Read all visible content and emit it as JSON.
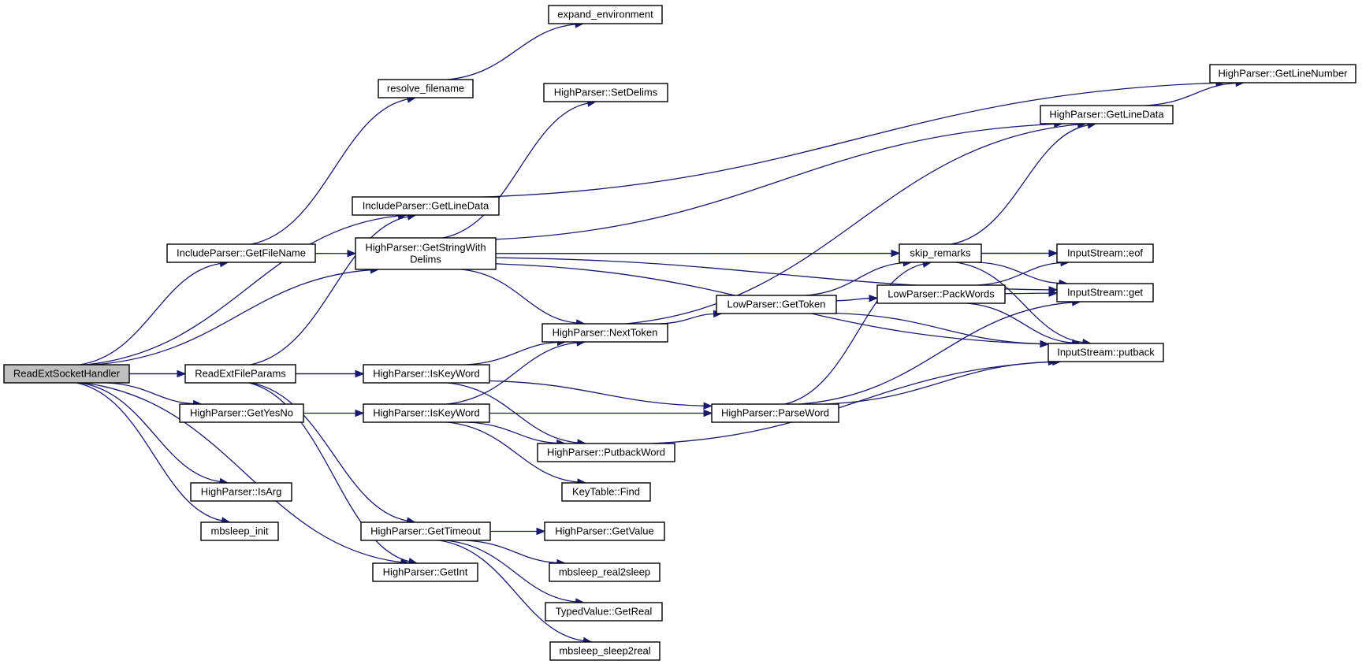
{
  "nodes": [
    {
      "id": "ReadExtSocketHandler",
      "lines": [
        "ReadExtSocketHandler"
      ],
      "root": true
    },
    {
      "id": "IncludeParser::GetFileName",
      "lines": [
        "IncludeParser::GetFileName"
      ]
    },
    {
      "id": "ReadExtFileParams",
      "lines": [
        "ReadExtFileParams"
      ]
    },
    {
      "id": "HighParser::GetYesNo",
      "lines": [
        "HighParser::GetYesNo"
      ]
    },
    {
      "id": "HighParser::IsArg",
      "lines": [
        "HighParser::IsArg"
      ]
    },
    {
      "id": "mbsleep_init",
      "lines": [
        "mbsleep_init"
      ]
    },
    {
      "id": "expand_environment",
      "lines": [
        "expand_environment"
      ]
    },
    {
      "id": "resolve_filename",
      "lines": [
        "resolve_filename"
      ]
    },
    {
      "id": "IncludeParser::GetLineData",
      "lines": [
        "IncludeParser::GetLineData"
      ]
    },
    {
      "id": "HighParser::GetStringWithDelims",
      "lines": [
        "HighParser::GetStringWith",
        "Delims"
      ]
    },
    {
      "id": "HighParser::IsKeyWord#1",
      "lines": [
        "HighParser::IsKeyWord"
      ]
    },
    {
      "id": "HighParser::IsKeyWord#2",
      "lines": [
        "HighParser::IsKeyWord"
      ]
    },
    {
      "id": "HighParser::GetTimeout",
      "lines": [
        "HighParser::GetTimeout"
      ]
    },
    {
      "id": "HighParser::GetInt",
      "lines": [
        "HighParser::GetInt"
      ]
    },
    {
      "id": "HighParser::SetDelims",
      "lines": [
        "HighParser::SetDelims"
      ]
    },
    {
      "id": "HighParser::NextToken",
      "lines": [
        "HighParser::NextToken"
      ]
    },
    {
      "id": "HighParser::PutbackWord",
      "lines": [
        "HighParser::PutbackWord"
      ]
    },
    {
      "id": "KeyTable::Find",
      "lines": [
        "KeyTable::Find"
      ]
    },
    {
      "id": "HighParser::GetValue",
      "lines": [
        "HighParser::GetValue"
      ]
    },
    {
      "id": "mbsleep_real2sleep",
      "lines": [
        "mbsleep_real2sleep"
      ]
    },
    {
      "id": "TypedValue::GetReal",
      "lines": [
        "TypedValue::GetReal"
      ]
    },
    {
      "id": "mbsleep_sleep2real",
      "lines": [
        "mbsleep_sleep2real"
      ]
    },
    {
      "id": "LowParser::GetToken",
      "lines": [
        "LowParser::GetToken"
      ]
    },
    {
      "id": "skip_remarks",
      "lines": [
        "skip_remarks"
      ]
    },
    {
      "id": "LowParser::PackWords",
      "lines": [
        "LowParser::PackWords"
      ]
    },
    {
      "id": "HighParser::ParseWord",
      "lines": [
        "HighParser::ParseWord"
      ]
    },
    {
      "id": "HighParser::GetLineData",
      "lines": [
        "HighParser::GetLineData"
      ]
    },
    {
      "id": "HighParser::GetLineNumber",
      "lines": [
        "HighParser::GetLineNumber"
      ]
    },
    {
      "id": "InputStream::eof",
      "lines": [
        "InputStream::eof"
      ]
    },
    {
      "id": "InputStream::get",
      "lines": [
        "InputStream::get"
      ]
    },
    {
      "id": "InputStream::putback",
      "lines": [
        "InputStream::putback"
      ]
    }
  ],
  "edges": [
    [
      "ReadExtSocketHandler",
      "IncludeParser::GetFileName"
    ],
    [
      "ReadExtSocketHandler",
      "IncludeParser::GetLineData"
    ],
    [
      "ReadExtSocketHandler",
      "HighParser::GetStringWithDelims"
    ],
    [
      "ReadExtSocketHandler",
      "ReadExtFileParams"
    ],
    [
      "ReadExtSocketHandler",
      "HighParser::IsKeyWord#1"
    ],
    [
      "ReadExtSocketHandler",
      "HighParser::GetYesNo"
    ],
    [
      "ReadExtSocketHandler",
      "HighParser::IsArg"
    ],
    [
      "ReadExtSocketHandler",
      "mbsleep_init"
    ],
    [
      "ReadExtSocketHandler",
      "HighParser::GetInt"
    ],
    [
      "IncludeParser::GetFileName",
      "resolve_filename"
    ],
    [
      "IncludeParser::GetFileName",
      "HighParser::GetStringWithDelims"
    ],
    [
      "resolve_filename",
      "expand_environment"
    ],
    [
      "IncludeParser::GetLineData",
      "HighParser::GetLineNumber"
    ],
    [
      "ReadExtFileParams",
      "IncludeParser::GetLineData"
    ],
    [
      "ReadExtFileParams",
      "HighParser::IsKeyWord#1"
    ],
    [
      "ReadExtFileParams",
      "HighParser::GetTimeout"
    ],
    [
      "ReadExtFileParams",
      "HighParser::GetInt"
    ],
    [
      "HighParser::GetYesNo",
      "HighParser::IsKeyWord#2"
    ],
    [
      "HighParser::GetStringWithDelims",
      "HighParser::SetDelims"
    ],
    [
      "HighParser::GetStringWithDelims",
      "HighParser::GetLineData"
    ],
    [
      "HighParser::GetStringWithDelims",
      "InputStream::eof"
    ],
    [
      "HighParser::GetStringWithDelims",
      "InputStream::get"
    ],
    [
      "HighParser::GetStringWithDelims",
      "skip_remarks"
    ],
    [
      "HighParser::GetStringWithDelims",
      "HighParser::NextToken"
    ],
    [
      "HighParser::GetStringWithDelims",
      "InputStream::putback"
    ],
    [
      "HighParser::IsKeyWord#1",
      "HighParser::NextToken"
    ],
    [
      "HighParser::IsKeyWord#1",
      "HighParser::ParseWord"
    ],
    [
      "HighParser::IsKeyWord#1",
      "HighParser::PutbackWord"
    ],
    [
      "HighParser::IsKeyWord#2",
      "HighParser::NextToken"
    ],
    [
      "HighParser::IsKeyWord#2",
      "HighParser::ParseWord"
    ],
    [
      "HighParser::IsKeyWord#2",
      "HighParser::PutbackWord"
    ],
    [
      "HighParser::IsKeyWord#2",
      "KeyTable::Find"
    ],
    [
      "HighParser::GetTimeout",
      "HighParser::GetValue"
    ],
    [
      "HighParser::GetTimeout",
      "mbsleep_real2sleep"
    ],
    [
      "HighParser::GetTimeout",
      "TypedValue::GetReal"
    ],
    [
      "HighParser::GetTimeout",
      "mbsleep_sleep2real"
    ],
    [
      "HighParser::NextToken",
      "LowParser::GetToken"
    ],
    [
      "HighParser::NextToken",
      "HighParser::GetLineData"
    ],
    [
      "LowParser::GetToken",
      "skip_remarks"
    ],
    [
      "LowParser::GetToken",
      "LowParser::PackWords"
    ],
    [
      "LowParser::GetToken",
      "InputStream::putback"
    ],
    [
      "skip_remarks",
      "HighParser::GetLineData"
    ],
    [
      "skip_remarks",
      "InputStream::eof"
    ],
    [
      "skip_remarks",
      "InputStream::get"
    ],
    [
      "skip_remarks",
      "InputStream::putback"
    ],
    [
      "LowParser::PackWords",
      "InputStream::eof"
    ],
    [
      "LowParser::PackWords",
      "InputStream::get"
    ],
    [
      "LowParser::PackWords",
      "InputStream::putback"
    ],
    [
      "HighParser::ParseWord",
      "skip_remarks"
    ],
    [
      "HighParser::ParseWord",
      "InputStream::get"
    ],
    [
      "HighParser::ParseWord",
      "InputStream::putback"
    ],
    [
      "HighParser::PutbackWord",
      "InputStream::putback"
    ],
    [
      "HighParser::GetLineData",
      "HighParser::GetLineNumber"
    ]
  ],
  "colors": {
    "edge": "#191970",
    "root_fill": "#bfbfbf",
    "node_fill": "#ffffff",
    "node_stroke": "#000000"
  }
}
